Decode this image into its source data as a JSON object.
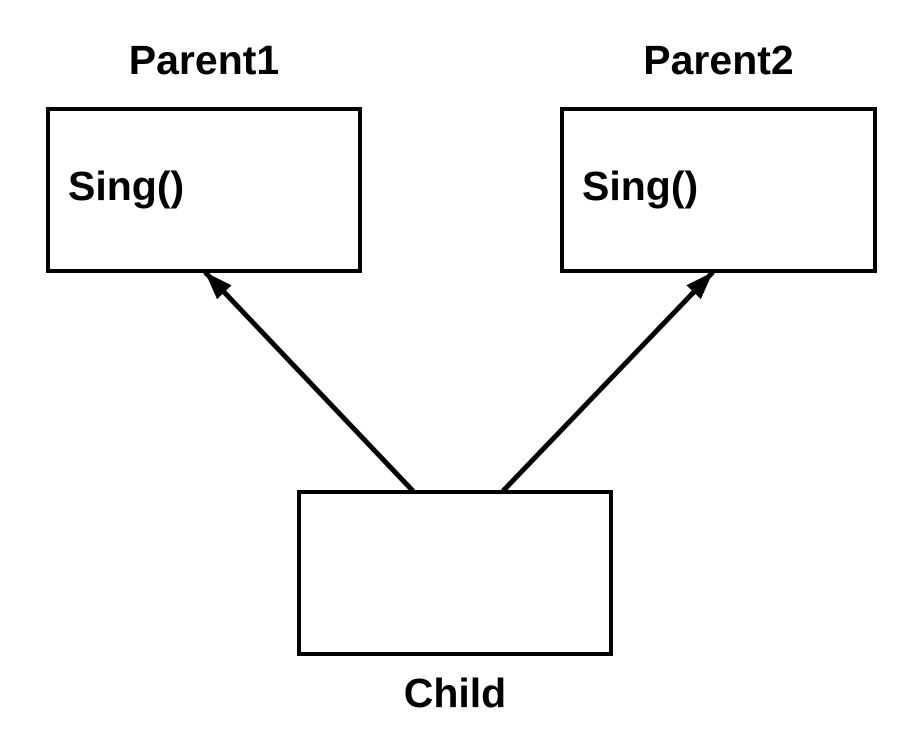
{
  "page": {
    "background_color": "#ffffff",
    "foreground_color": "#000000"
  },
  "diagram": {
    "type": "class-inheritance-diagram",
    "nodes": {
      "parent1": {
        "label": "Parent1",
        "method": "Sing()"
      },
      "parent2": {
        "label": "Parent2",
        "method": "Sing()"
      },
      "child": {
        "label": "Child"
      }
    },
    "edges": [
      {
        "from": "Child",
        "to": "Parent1",
        "style": "solid-arrow"
      },
      {
        "from": "Child",
        "to": "Parent2",
        "style": "solid-arrow"
      }
    ]
  }
}
